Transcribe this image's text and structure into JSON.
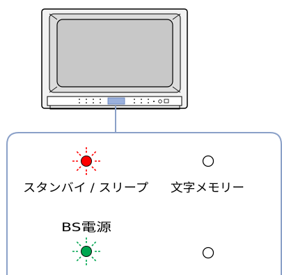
{
  "labels": {
    "standby_sleep": "スタンバイ / スリープ",
    "text_memory": "文字メモリー",
    "bs_power": "BS電源"
  },
  "indicators": {
    "standby_sleep": {
      "state": "lit",
      "color": "#ff0000"
    },
    "text_memory": {
      "state": "off"
    },
    "bs_power": {
      "state": "lit",
      "color": "#00a651"
    },
    "bottom_right": {
      "state": "off"
    }
  },
  "colors": {
    "callout_line": "#8aa0c8",
    "screen": "#c8c8c8",
    "panel_highlight": "#9ab0dc"
  }
}
